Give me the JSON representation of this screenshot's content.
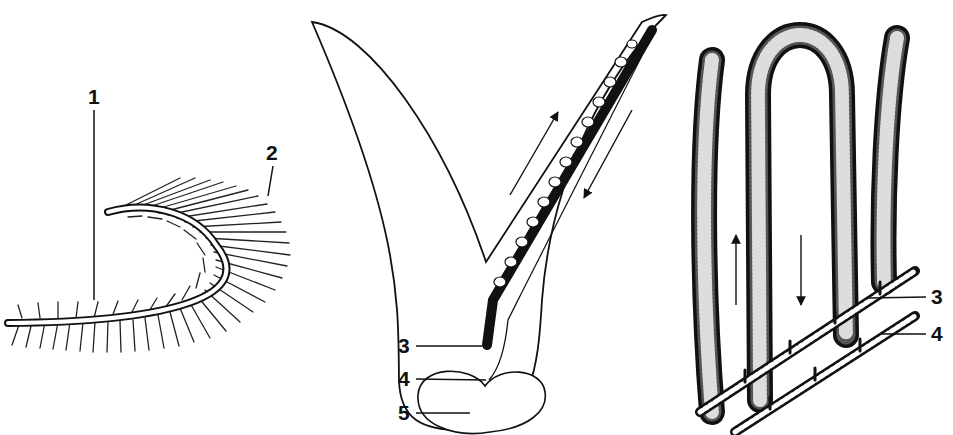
{
  "diagram": {
    "labels": [
      "1",
      "2",
      "3",
      "4",
      "5",
      "3",
      "4"
    ]
  }
}
